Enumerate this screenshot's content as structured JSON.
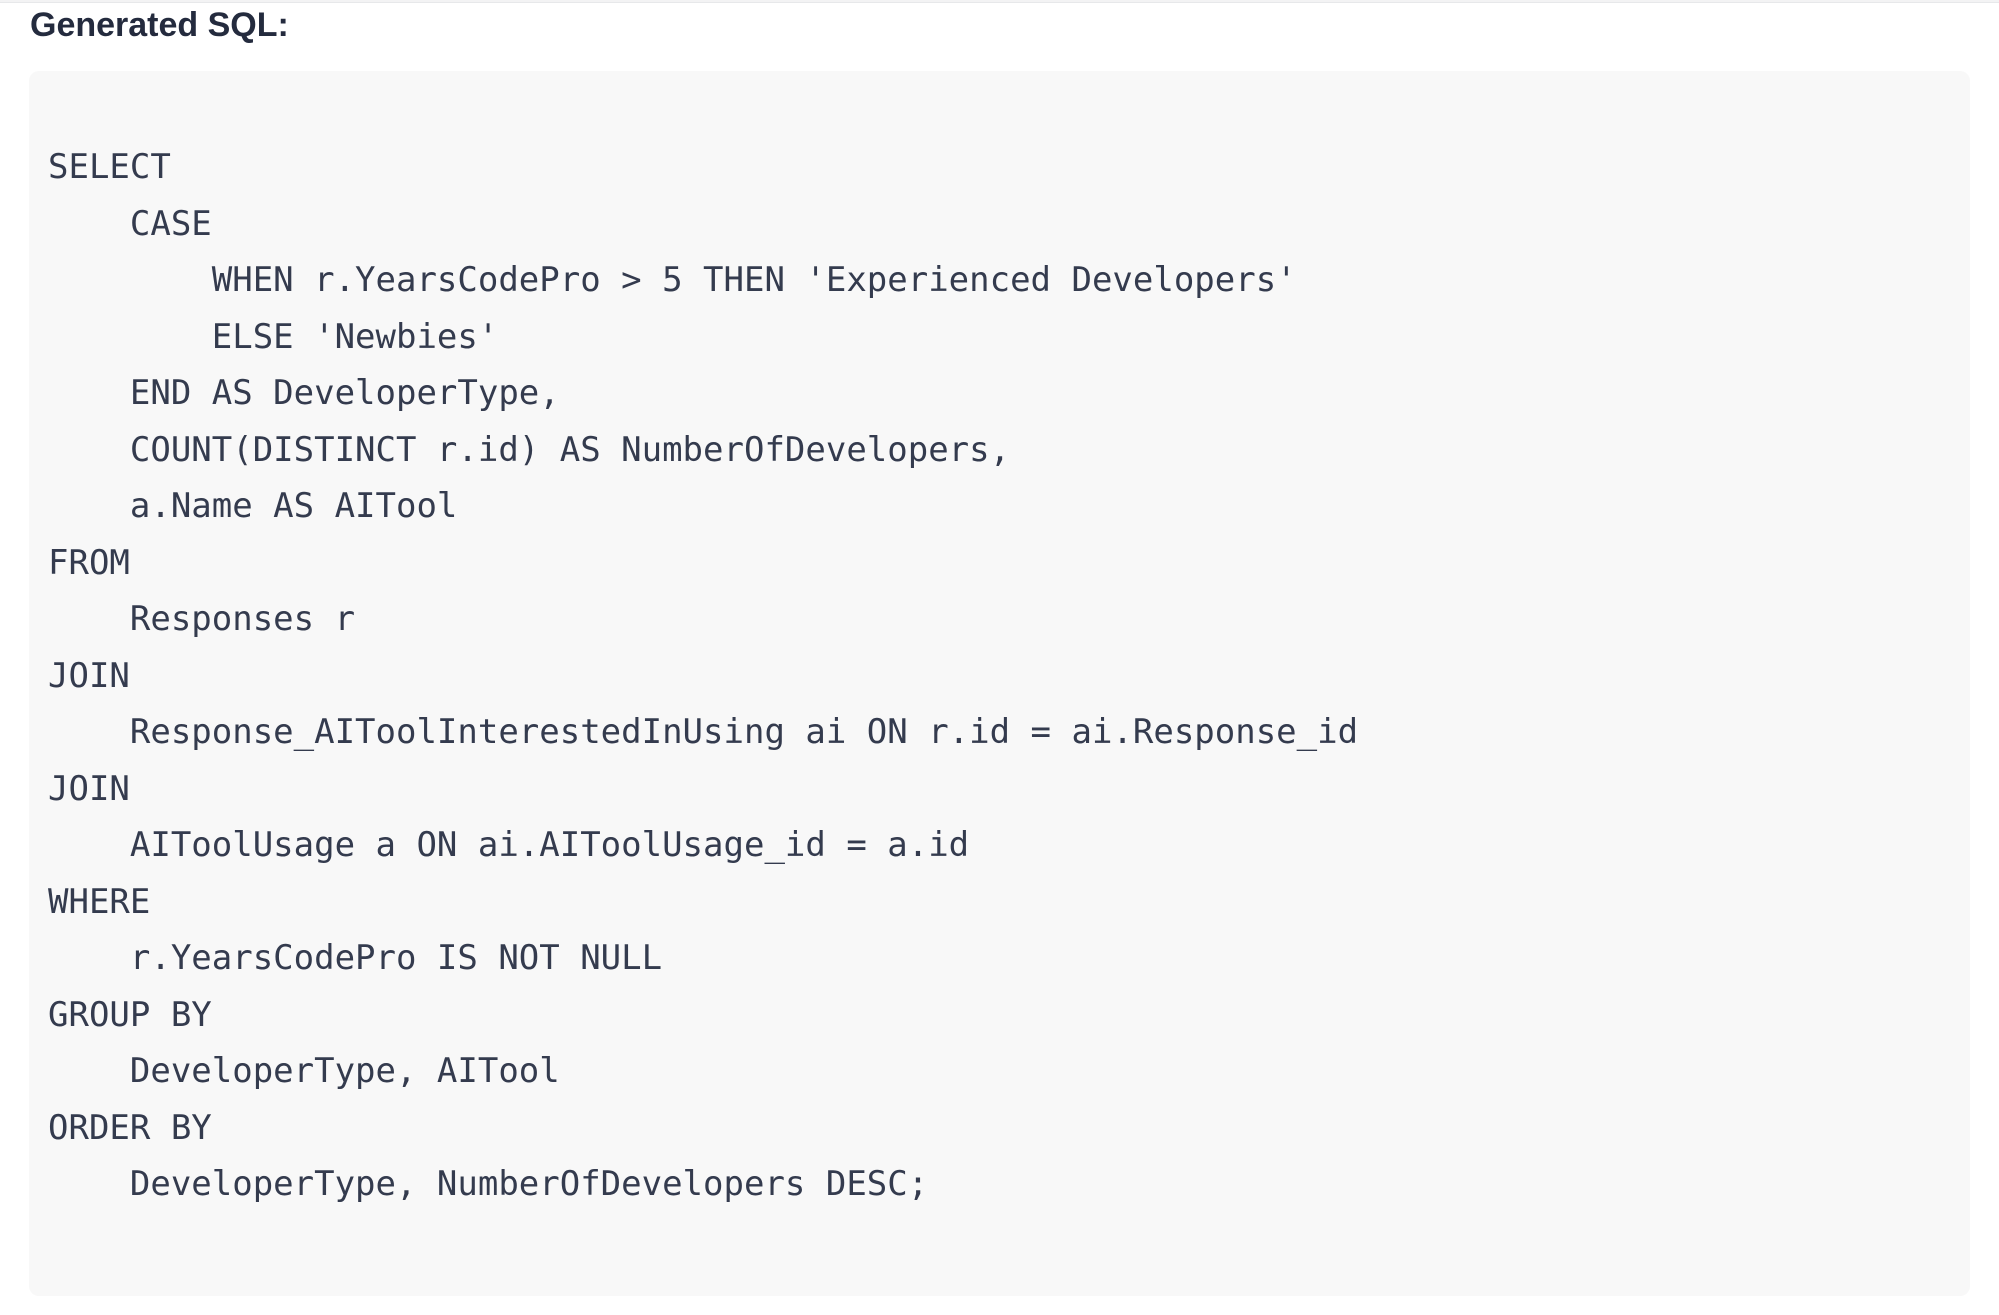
{
  "page": {
    "heading_label": "Generated SQL:"
  },
  "sql_block": {
    "language": "sql",
    "lines": [
      "SELECT",
      "    CASE",
      "        WHEN r.YearsCodePro > 5 THEN 'Experienced Developers'",
      "        ELSE 'Newbies'",
      "    END AS DeveloperType,",
      "    COUNT(DISTINCT r.id) AS NumberOfDevelopers,",
      "    a.Name AS AITool",
      "FROM",
      "    Responses r",
      "JOIN",
      "    Response_AIToolInterestedInUsing ai ON r.id = ai.Response_id",
      "JOIN",
      "    AIToolUsage a ON ai.AIToolUsage_id = a.id",
      "WHERE",
      "    r.YearsCodePro IS NOT NULL",
      "GROUP BY",
      "    DeveloperType, AITool",
      "ORDER BY",
      "    DeveloperType, NumberOfDevelopers DESC;"
    ]
  },
  "colors": {
    "page_background": "#ffffff",
    "code_background": "#f8f8f8",
    "code_text": "#343b4e",
    "heading_text": "#242b3e",
    "top_strip": "#f3f3f4"
  }
}
